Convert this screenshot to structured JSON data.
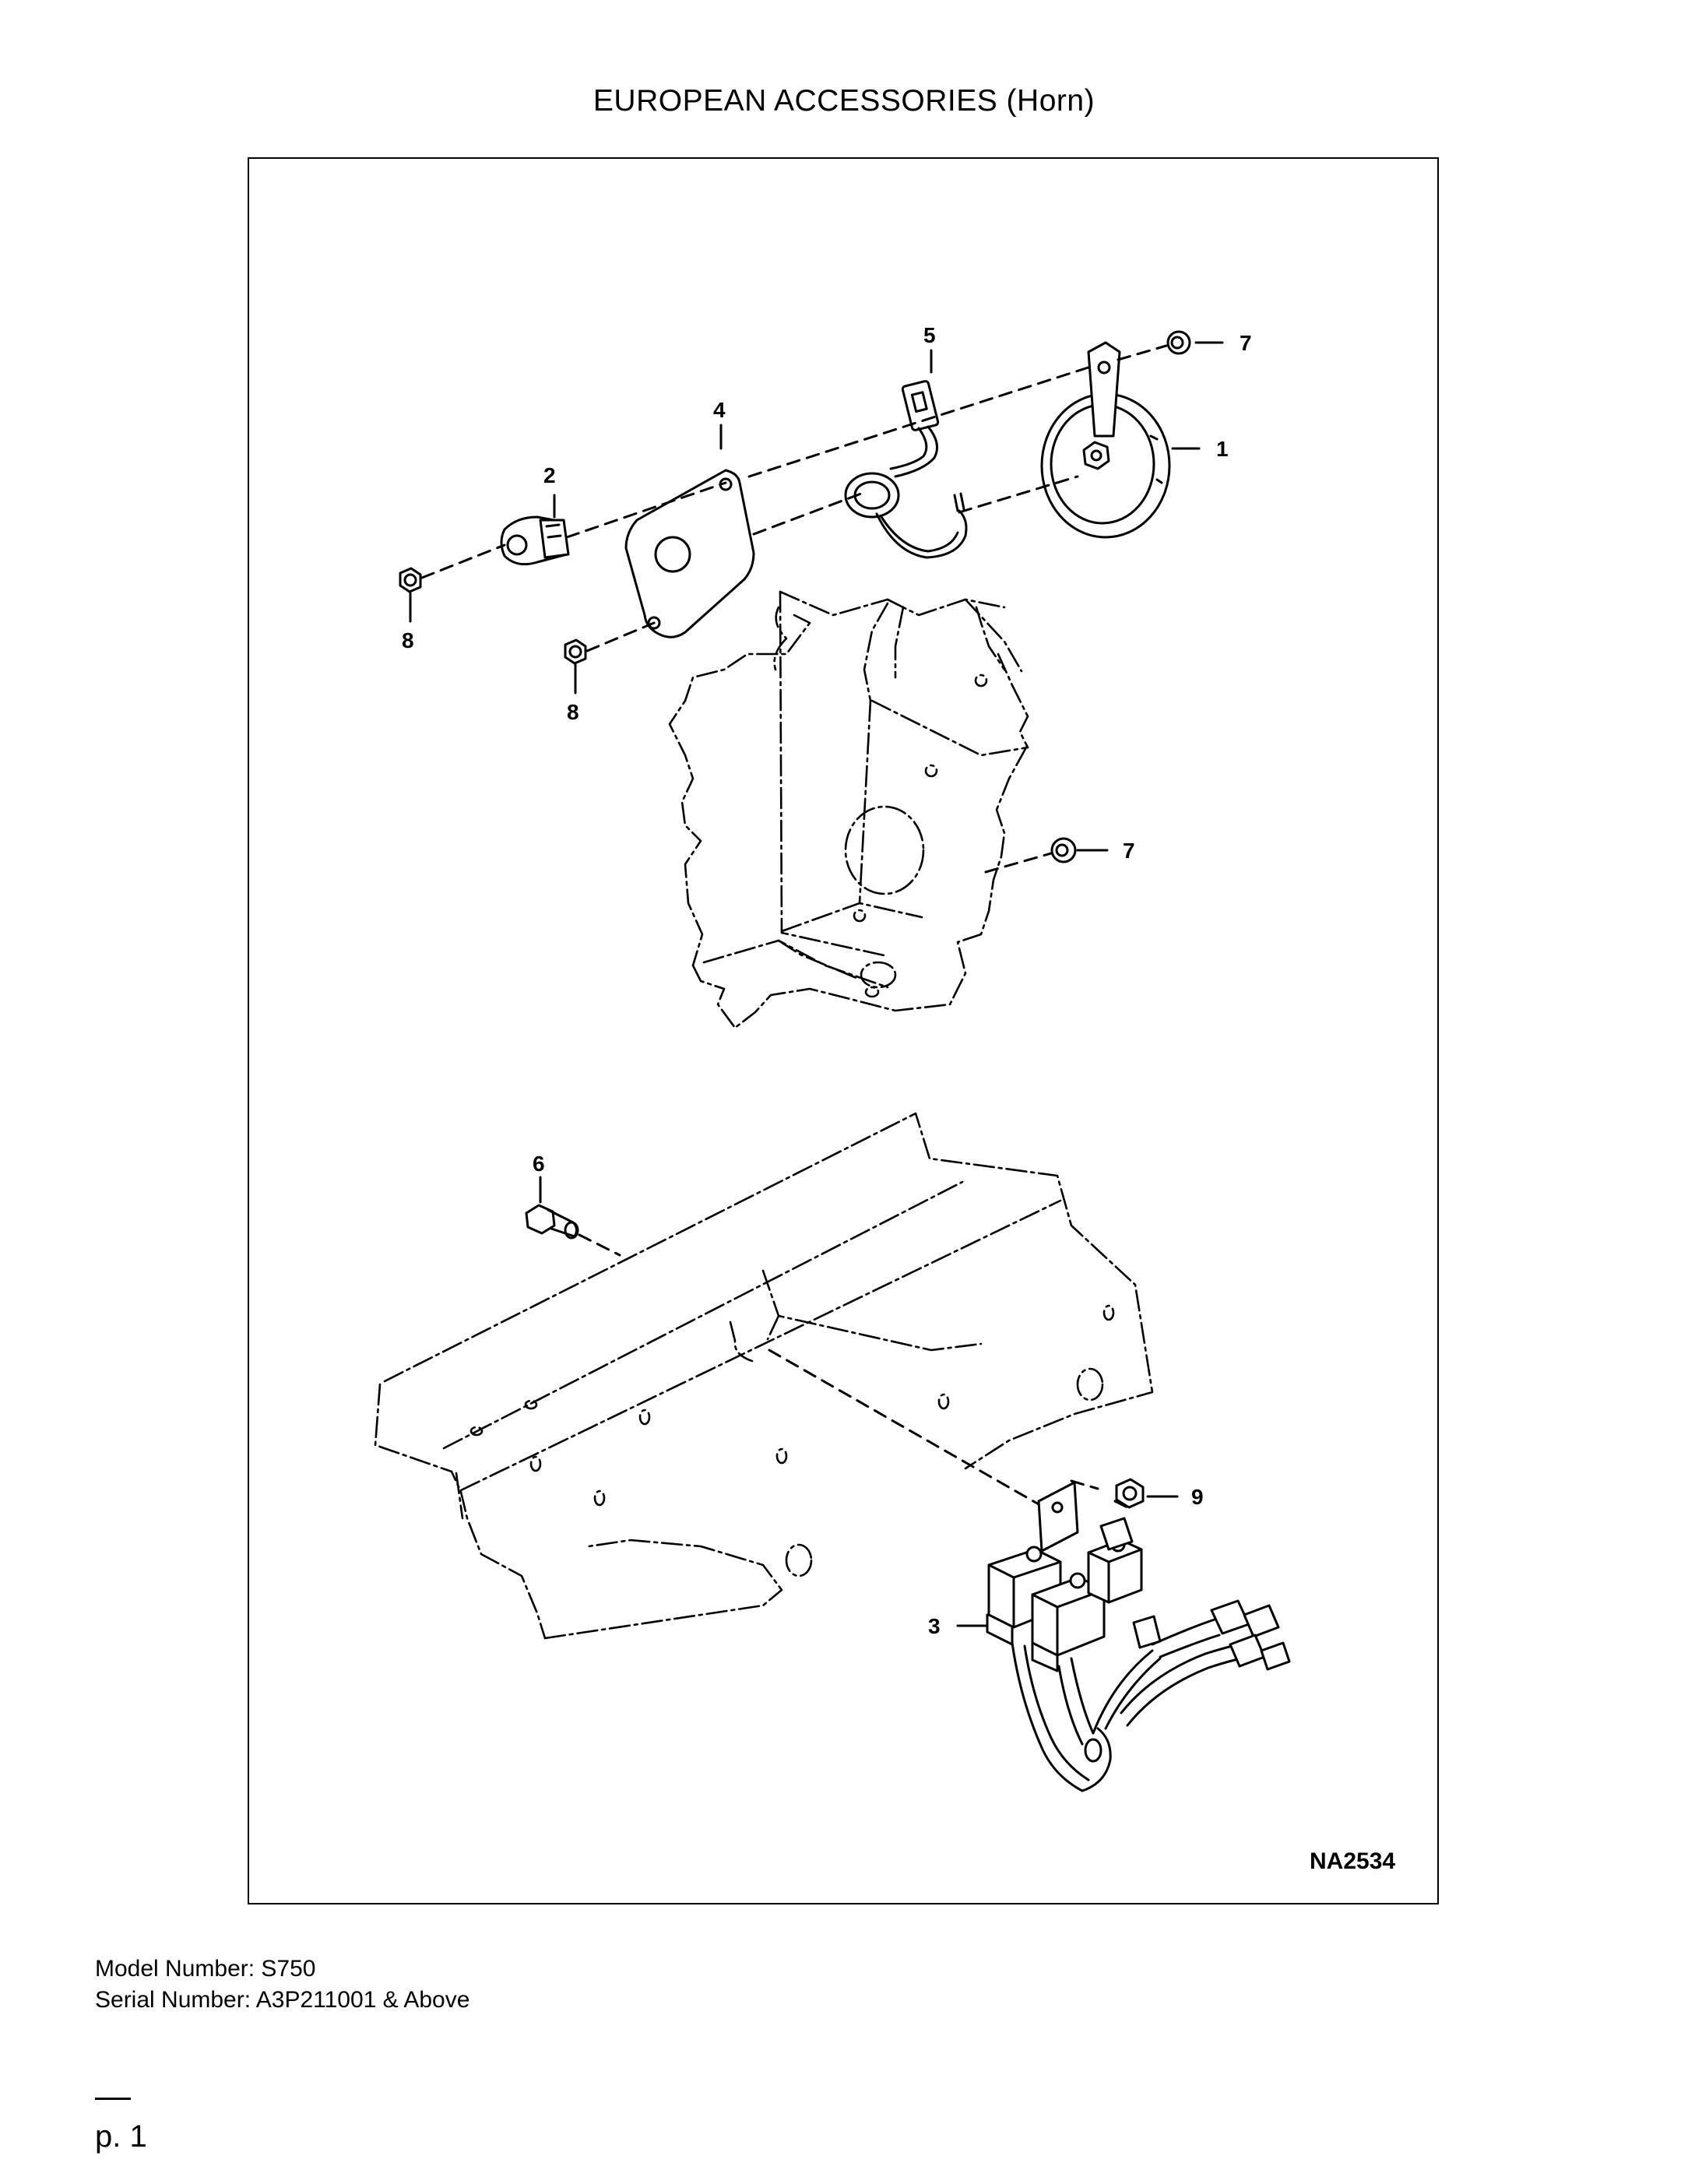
{
  "page": {
    "title": "EUROPEAN ACCESSORIES (Horn)",
    "model_line": "Model Number: S750",
    "serial_line": "Serial Number: A3P211001 & Above",
    "page_number": "p. 1"
  },
  "diagram": {
    "drawing_code": "NA2534",
    "callouts": {
      "c1": "1",
      "c2": "2",
      "c3": "3",
      "c4": "4",
      "c5": "5",
      "c6": "6",
      "c7a": "7",
      "c7b": "7",
      "c8a": "8",
      "c8b": "8",
      "c9": "9"
    }
  }
}
